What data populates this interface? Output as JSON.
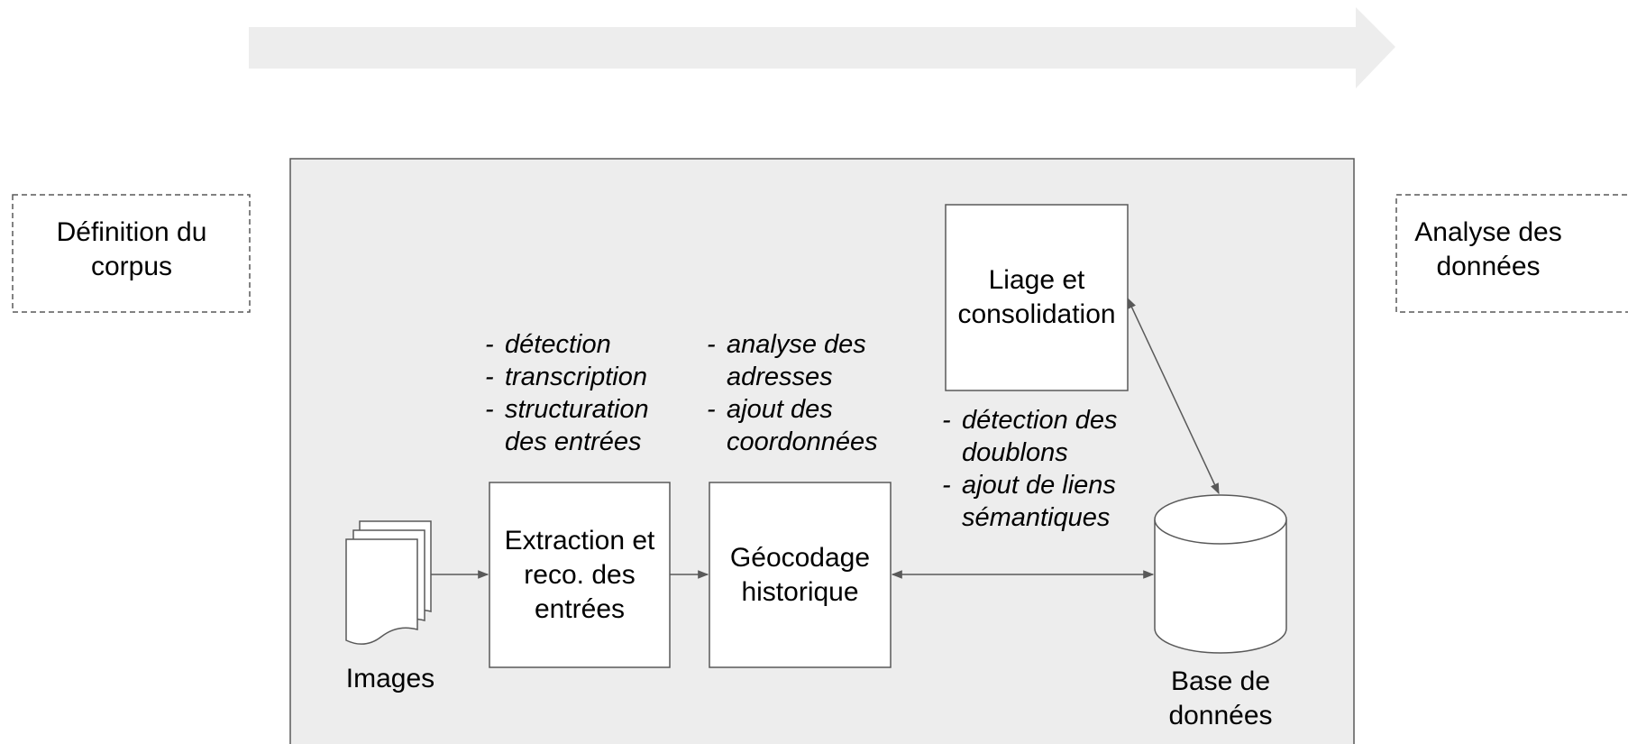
{
  "stages": {
    "left": "Définition du corpus",
    "right": "Analyse des données"
  },
  "nodes": {
    "images": "Images",
    "extraction": "Extraction et reco. des entrées",
    "geocoding": "Géocodage historique",
    "linking": "Liage et consolidation",
    "database": "Base de données"
  },
  "notes": {
    "extraction": [
      "détection",
      "transcription",
      "structuration des entrées"
    ],
    "geocoding": [
      "analyse des adresses",
      "ajout des coordonnées"
    ],
    "linking": [
      "détection des doublons",
      "ajout de liens sémantiques"
    ]
  },
  "colors": {
    "arrow_fill": "#ededed",
    "panel_fill": "#ededed",
    "stroke": "#595959"
  }
}
